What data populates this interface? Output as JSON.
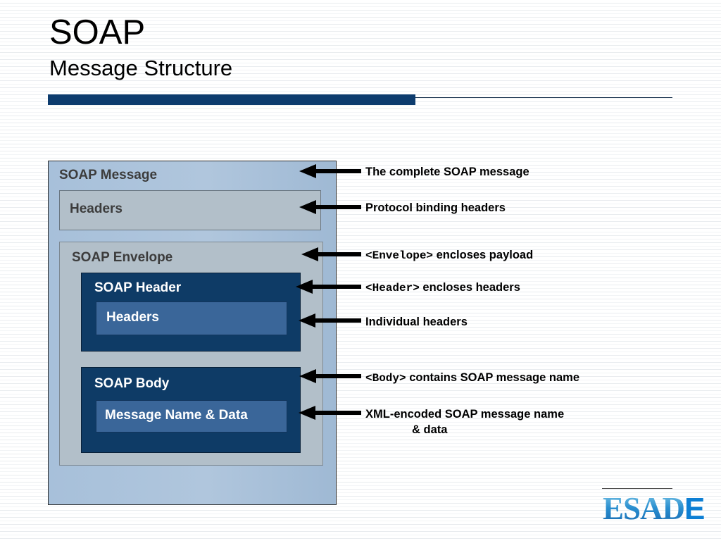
{
  "slide": {
    "title": "SOAP",
    "subtitle": "Message Structure",
    "accent_color": "#0d3c6e",
    "background_color": "#ffffff"
  },
  "diagram": {
    "type": "nested-boxes",
    "boxes": [
      {
        "id": "soap-message",
        "label": "SOAP Message",
        "fill": "#a7c0da",
        "text_color": "#3c3c3c",
        "level": 0
      },
      {
        "id": "headers-outer",
        "label": "Headers",
        "fill": "#b2bfc9",
        "text_color": "#3c3c3c",
        "level": 1
      },
      {
        "id": "soap-envelope",
        "label": "SOAP Envelope",
        "fill": "#b2bfc9",
        "text_color": "#3c3c3c",
        "level": 1
      },
      {
        "id": "soap-header",
        "label": "SOAP Header",
        "fill": "#0e3b66",
        "text_color": "#ffffff",
        "level": 2
      },
      {
        "id": "headers-inner",
        "label": "Headers",
        "fill": "#3a6699",
        "text_color": "#ffffff",
        "level": 3
      },
      {
        "id": "soap-body",
        "label": "SOAP Body",
        "fill": "#0e3b66",
        "text_color": "#ffffff",
        "level": 2
      },
      {
        "id": "message-name-data",
        "label": "Message Name & Data",
        "fill": "#3a6699",
        "text_color": "#ffffff",
        "level": 3
      }
    ]
  },
  "annotations": [
    {
      "id": "ann-soap-message",
      "target": "soap-message",
      "text": "The complete SOAP message",
      "mono_prefix": "",
      "second_line": ""
    },
    {
      "id": "ann-headers-outer",
      "target": "headers-outer",
      "text": "Protocol binding headers",
      "mono_prefix": "",
      "second_line": ""
    },
    {
      "id": "ann-soap-envelope",
      "target": "soap-envelope",
      "text": " encloses payload",
      "mono_prefix": "<Envelope>",
      "second_line": ""
    },
    {
      "id": "ann-soap-header",
      "target": "soap-header",
      "text": " encloses headers",
      "mono_prefix": "<Header>",
      "second_line": ""
    },
    {
      "id": "ann-headers-inner",
      "target": "headers-inner",
      "text": "Individual headers",
      "mono_prefix": "",
      "second_line": ""
    },
    {
      "id": "ann-soap-body",
      "target": "soap-body",
      "text": " contains SOAP message name",
      "mono_prefix": "<Body>",
      "second_line": ""
    },
    {
      "id": "ann-message-name",
      "target": "message-name-data",
      "text": "XML-encoded SOAP message name",
      "mono_prefix": "",
      "second_line": "& data"
    }
  ],
  "footer": {
    "logo_main": "ESAD",
    "logo_accent": "E",
    "logo_color_main": "#2a8fd0",
    "logo_color_accent": "#0d7fd4"
  }
}
